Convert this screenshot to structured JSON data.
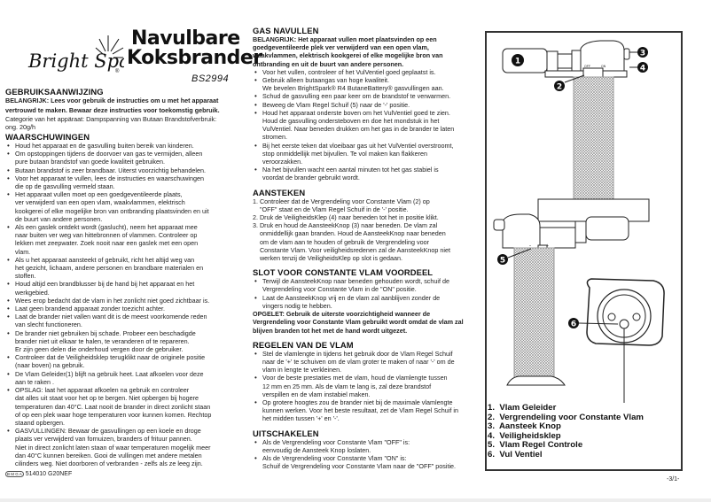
{
  "brand": {
    "logo": "BrightSpark",
    "registered": "®"
  },
  "title": {
    "line1": "Navulbare",
    "line2": "Koksbrander",
    "model": "BS2994"
  },
  "left": {
    "heading": "GEBRUIKSAANWIJZING",
    "important": "BELANGRIJK: Lees voor gebruik de instructies om u met het apparaat\nvertrouwd te maken. Bewaar deze instructies voor toekomstig gebruik.",
    "category": "Categorie van het appäraat: Dampspanning van Butaan Brandstofverbruik:\nong. 20g/h",
    "warnings_heading": "WAARSCHUWINGEN",
    "warnings": [
      "Houd het apparaat en de gasvulling buiten bereik van kinderen.",
      "Om opstoppingen tijdens de doorvoer van gas te vermijden, alleen\npure butaan brandstof van goede kwaliteit gebruiken.",
      "Butaan brandstof is zeer brandbaar. Uiterst voorzichtig behandelen.",
      "Voor het apparaat te vullen, lees de instructies en waarschuwingen\ndie op de gasvulling vermeld staan.",
      "Het apparaat vullen moet op een goedgeventileerde plaats,\nver verwijderd van een open vlam, waakvlammen, elektrisch\nkookgerei of elke mogelijke bron van ontbranding plaatsvinden en uit\nde buurt van andere personen.",
      "Als een gaslek ontdekt wordt (gaslucht), neem het apparaat mee\nnaar buiten ver weg van hittebronnen of vlammen. Controleer op\nlekken met zeepwater. Zoek nooit naar een gaslek met een open\nvlam.",
      "Als u het apparaat aansteekt of gebruikt, richt het altijd weg van\nhet gezicht, lichaam, andere personen en brandbare materialen en\nstoffen.",
      "Houd altijd een brandblusser bij de hand bij het apparaat en het\nwerkgebied.",
      "Wees erop bedacht dat de vlam in het zonlicht niet goed zichtbaar is.",
      "Laat geen brandend apparaat zonder toezicht achter.",
      "Laat de brander niet vallen want dit is de meest voorkomende reden\nvan slecht functioneren.",
      "De brander niet gebruiken bij schade. Probeer een beschadigde\nbrander niet uit elkaar te halen, te veranderen of te repareren.\nEr zijn geen delen die onderhoud vergen door de gebruiker.",
      "Controleer dat de Veiligheidsklep terugklikt naar de originele positie\n(naar boven) na gebruik.",
      "De Vlam Geleider(1) blijft na gebruik heet. Laat afkoelen voor deze\naan te raken .",
      "OPSLAG: laat het apparaat afkoelen na gebruik en controleer\ndat alles uit staat voor het op te bergen. Niet opbergen bij hogere\ntemperaturen dan 40°C. Laat nooit de brander in direct zonlicht staan\nof op een plek waar hoge temperaturen voor kunnen komen. Rechtop\nstaand opbergen.",
      "GASVULLINGEN: Bewaar de gasvullingen op een koele en droge\nplaats ver verwijderd van fornuizen, branders of frituur pannen.\nNiet in direct zonlicht laten staan of waar temperaturen mogelijk meer\ndan 40°C kunnen bereiken. Gooi de vullingen met andere metalen\ncilinders weg. Niet doorboren of verbranden - zelfs als ze leeg zijn."
    ],
    "footer_marks": "B M G A",
    "footer_code": "514010 G20NEF"
  },
  "middle": {
    "gas_heading": "GAS NAVULLEN",
    "gas_important": "BELANGRIJK: Het apparaat vullen moet plaatsvinden op een\ngoedgeventileerde plek ver verwijderd van een open vlam,\nwaakvlammen, elektrisch kookgerei of elke mogelijke bron van\nontbranding en uit de buurt van andere personen.",
    "gas_items": [
      "Voor het vullen, controleer of het VulVentiel goed geplaatst is.",
      "Gebruik alleen butaangas van hoge kwaliteit.\nWe bevelen BrightSpark® R4 ButaneBattery® gasvullingen aan.",
      "Schud de gasvulling een paar keer om de brandstof te verwarmen.",
      "Beweeg de Vlam Regel Schuif (5) naar de '-' positie.",
      "Houd het apparaat onderste boven om het VulVentiel goed te zien.\nHoud de gasvulling ondersteboven en doe het mondstuk in het\nVulVentiel. Naar beneden drukken om het gas in de brander te laten\nstromen.",
      "Bij het eerste teken dat vloeibaar gas uit het VulVentiel overstroomt,\nstop onmiddellijk met bijvullen. Te vol maken kan flakkeren\nveroorzakken.",
      "Na het bijvullen wacht een aantal minuten tot het gas stabiel is\nvoordat de brander gebruikt wordt."
    ],
    "light_heading": "AANSTEKEN",
    "light_steps": [
      "1. Controleer dat de Vergrendeling voor Constante Vlam (2) op\n    \"OFF\" staat en de Vlam Regel Schuif in de '-' positie.",
      "2. Druk de VeiligheidsKlep (4) naar beneden tot het in positie klikt.",
      "3. Druk en houd de AansteekKnop (3) naar beneden. De vlam zal\n    onmiddellijk gaan branden. Houd de AansteekKnop naar beneden\n    om de vlam aan te houden of gebruik de Vergrendeling voor\n    Constante Vlam. Voor veiligheidsredenen zal de AansteekKnop niet\n    werken tenzij de VeiligheidsKlep op slot is gedaan."
    ],
    "lock_heading": "SLOT VOOR CONSTANTE VLAM VOORDEEL",
    "lock_items": [
      "Terwijl de AansteekKnop naar beneden gehouden wordt, schuif de\nVergrendeling voor Constante Vlam in de \"ON\" positie.",
      "Laat de AansteekKnop vrij en de vlam zal aanblijven zonder de\nvingers nodig te hebben."
    ],
    "lock_caution": "OPGELET: Gebruik de uiterste voorzichtigheid wanneer de\nVergrendeling voor Constante Vlam gebruikt wordt omdat de vlam zal\nblijven branden tot het met de hand wordt uitgezet.",
    "adjust_heading": "REGELEN VAN DE VLAM",
    "adjust_items": [
      "Stel de vlamlengte in tijdens het gebruik door de Vlam Regel Schuif\nnaar de '+' te schuiven om de vlam groter te maken of naar '-' om de\nvlam in lengte te verkleinen.",
      "Voor de beste prestaties met de vlam, houd de vlamlengte tussen\n12 mm en 25 mm. Als de vlam te lang is, zal deze brandstof\nverspillen en de vlam instabiel maken.",
      "Op grotere hoogtes zou de brander niet bij de maximale vlamlengte\nkunnen werken. Voor het beste resultaat, zet de Vlam Regel Schuif in\nhet midden tussen '+' en '-'."
    ],
    "off_heading": "UITSCHAKELEN",
    "off_items": [
      "Als de Vergrendeling voor Constante Vlam \"OFF\" is:\neenvoudig de Aansteek Knop loslaten.",
      "Als de Vergrendeling voor Constante Vlam \"ON\" is:\nSchuif de Vergrendeling voor Constante Vlam naar de \"OFF\" positie."
    ]
  },
  "diagram": {
    "switch_off": "OFF",
    "switch_on": "ON",
    "slider_minus": "-",
    "slider_plus": "+",
    "callouts": [
      "1",
      "2",
      "3",
      "4",
      "5",
      "6"
    ],
    "legend": [
      "1.  Vlam Geleider",
      "2.  Vergrendeling voor Constante Vlam",
      "3.  Aansteek Knop",
      "4.  Veiligheidsklep",
      "5.  Vlam Regel Controle",
      "6.  Vul Ventiel"
    ]
  },
  "page_number": "-3/1-"
}
